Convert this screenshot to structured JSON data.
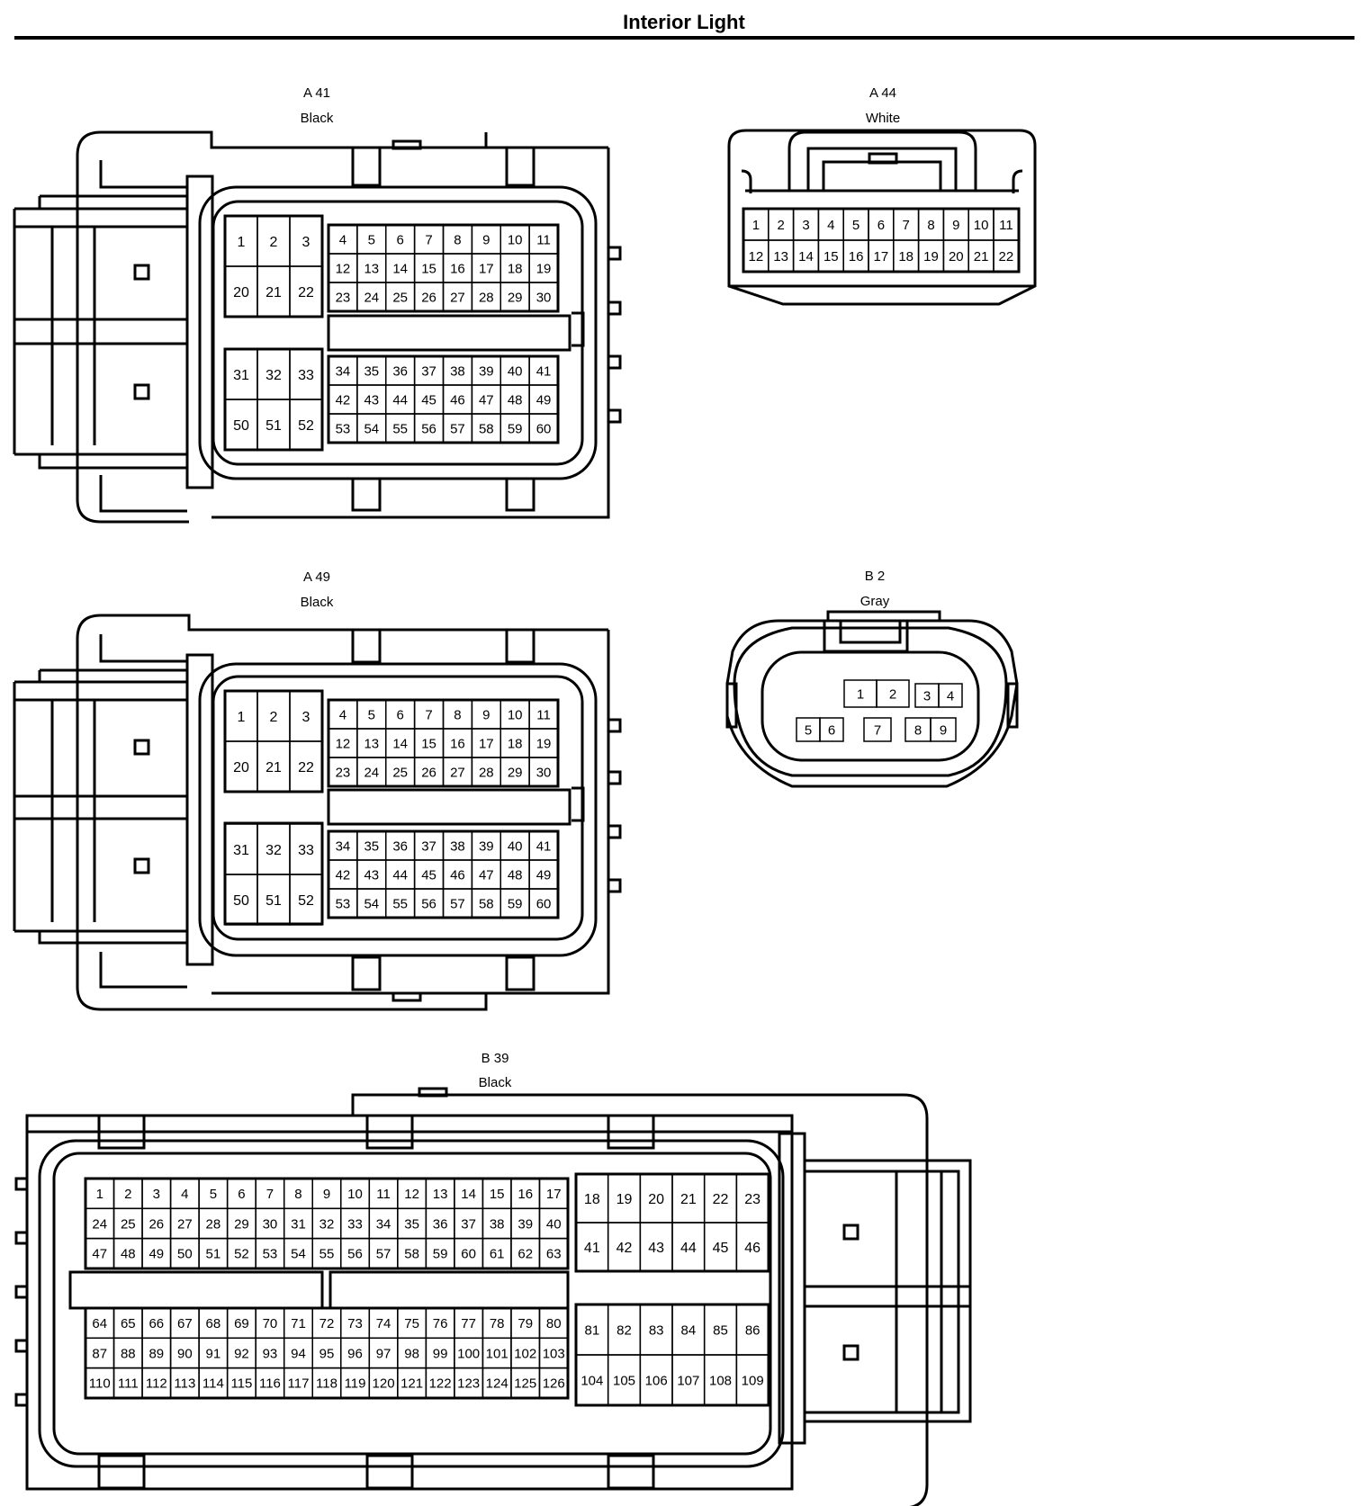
{
  "title": "Interior Light",
  "connectors": [
    {
      "id": "A 41",
      "color": "Black"
    },
    {
      "id": "A 44",
      "color": "White"
    },
    {
      "id": "A 49",
      "color": "Black"
    },
    {
      "id": "B 2",
      "color": "Gray"
    },
    {
      "id": "B 39",
      "color": "Black"
    }
  ]
}
